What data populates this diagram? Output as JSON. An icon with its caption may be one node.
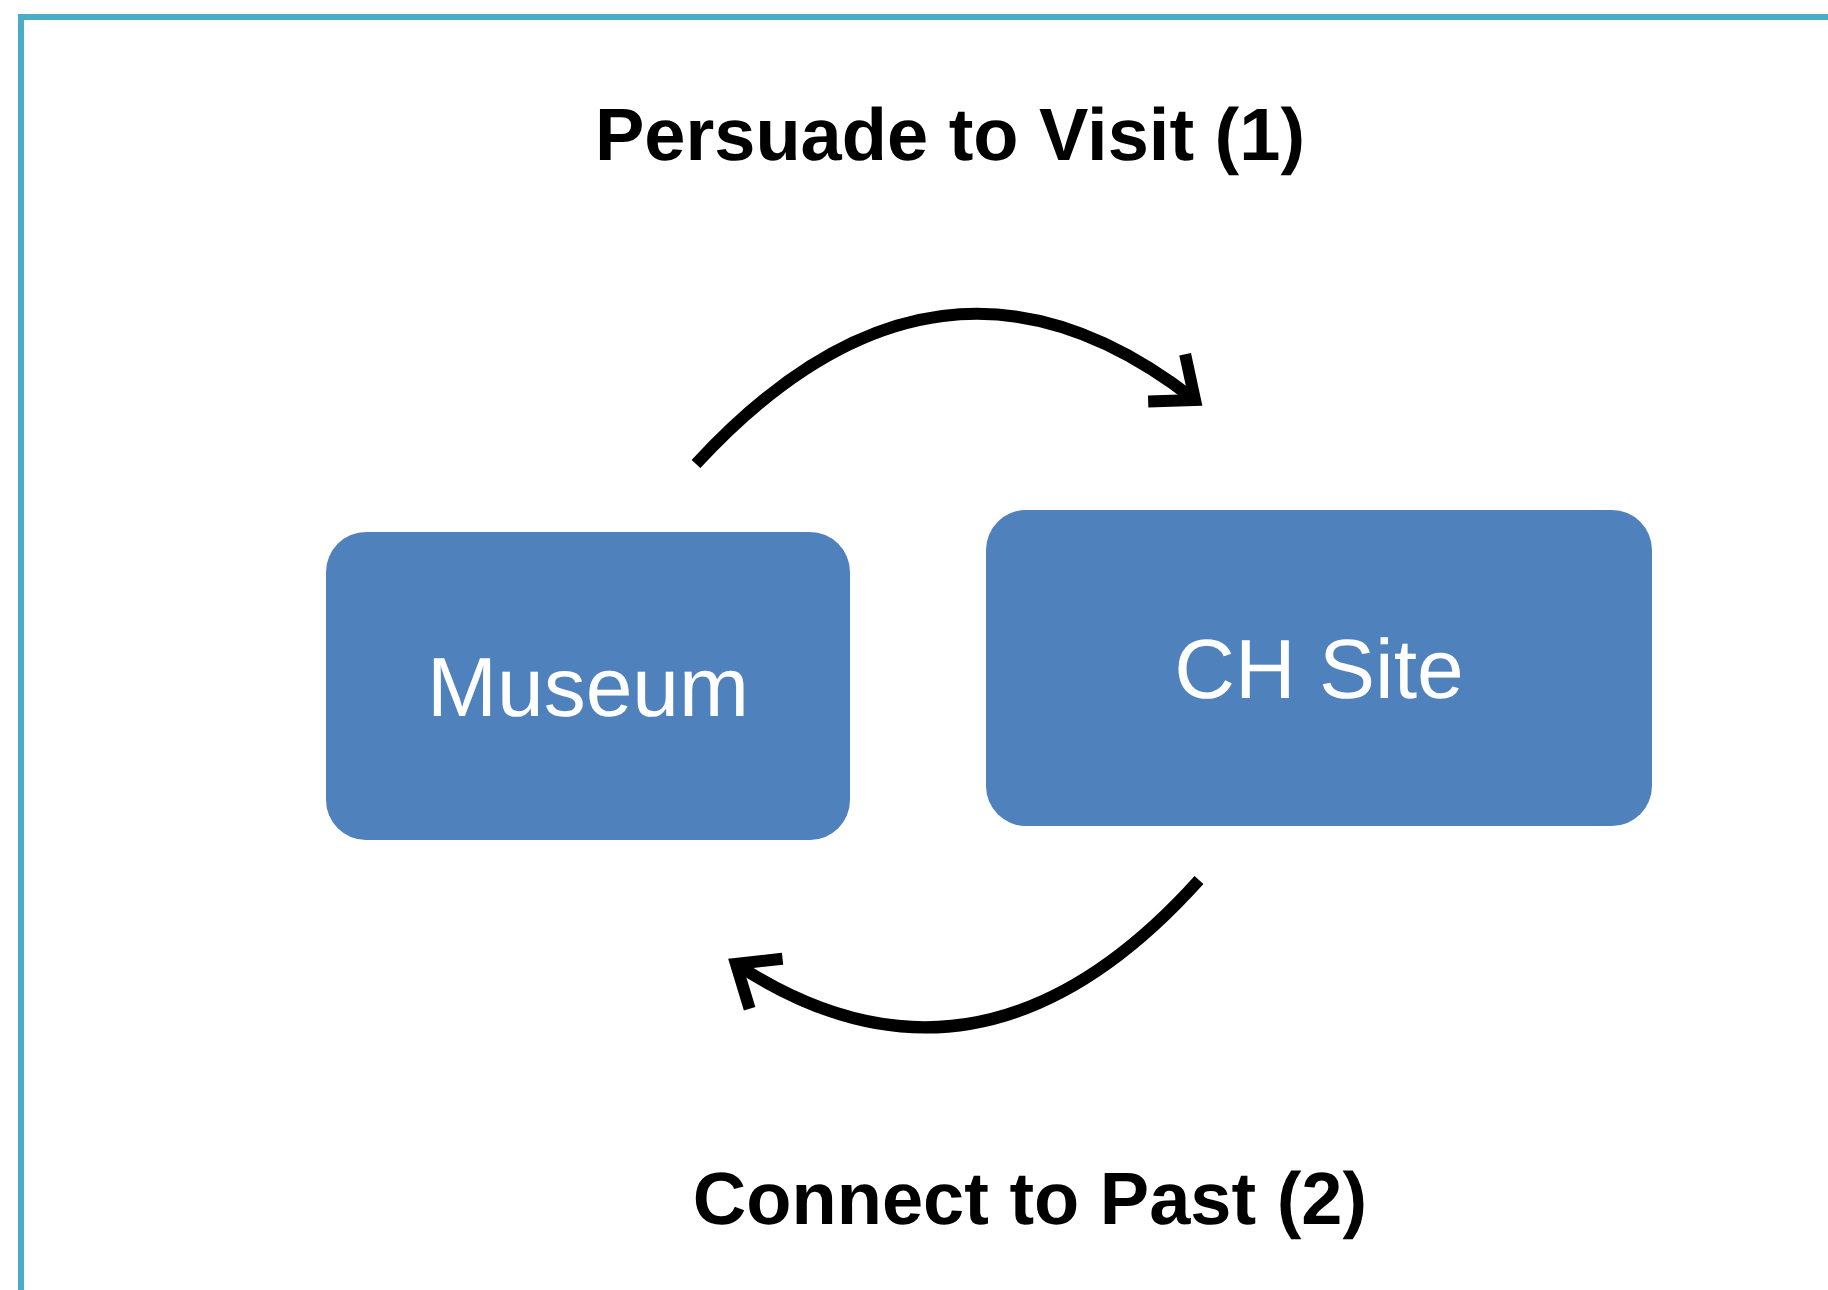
{
  "diagram": {
    "nodes": [
      {
        "text": [
          "Museum"
        ]
      },
      {
        "text": [
          "CH Site"
        ]
      }
    ],
    "edges": [
      {
        "from": 0,
        "to": 1,
        "arrow": "to",
        "label": "Persuade to Visit (1)"
      },
      {
        "from": 1,
        "to": 0,
        "arrow": "to",
        "label": "Connect to Past (2)"
      }
    ]
  }
}
